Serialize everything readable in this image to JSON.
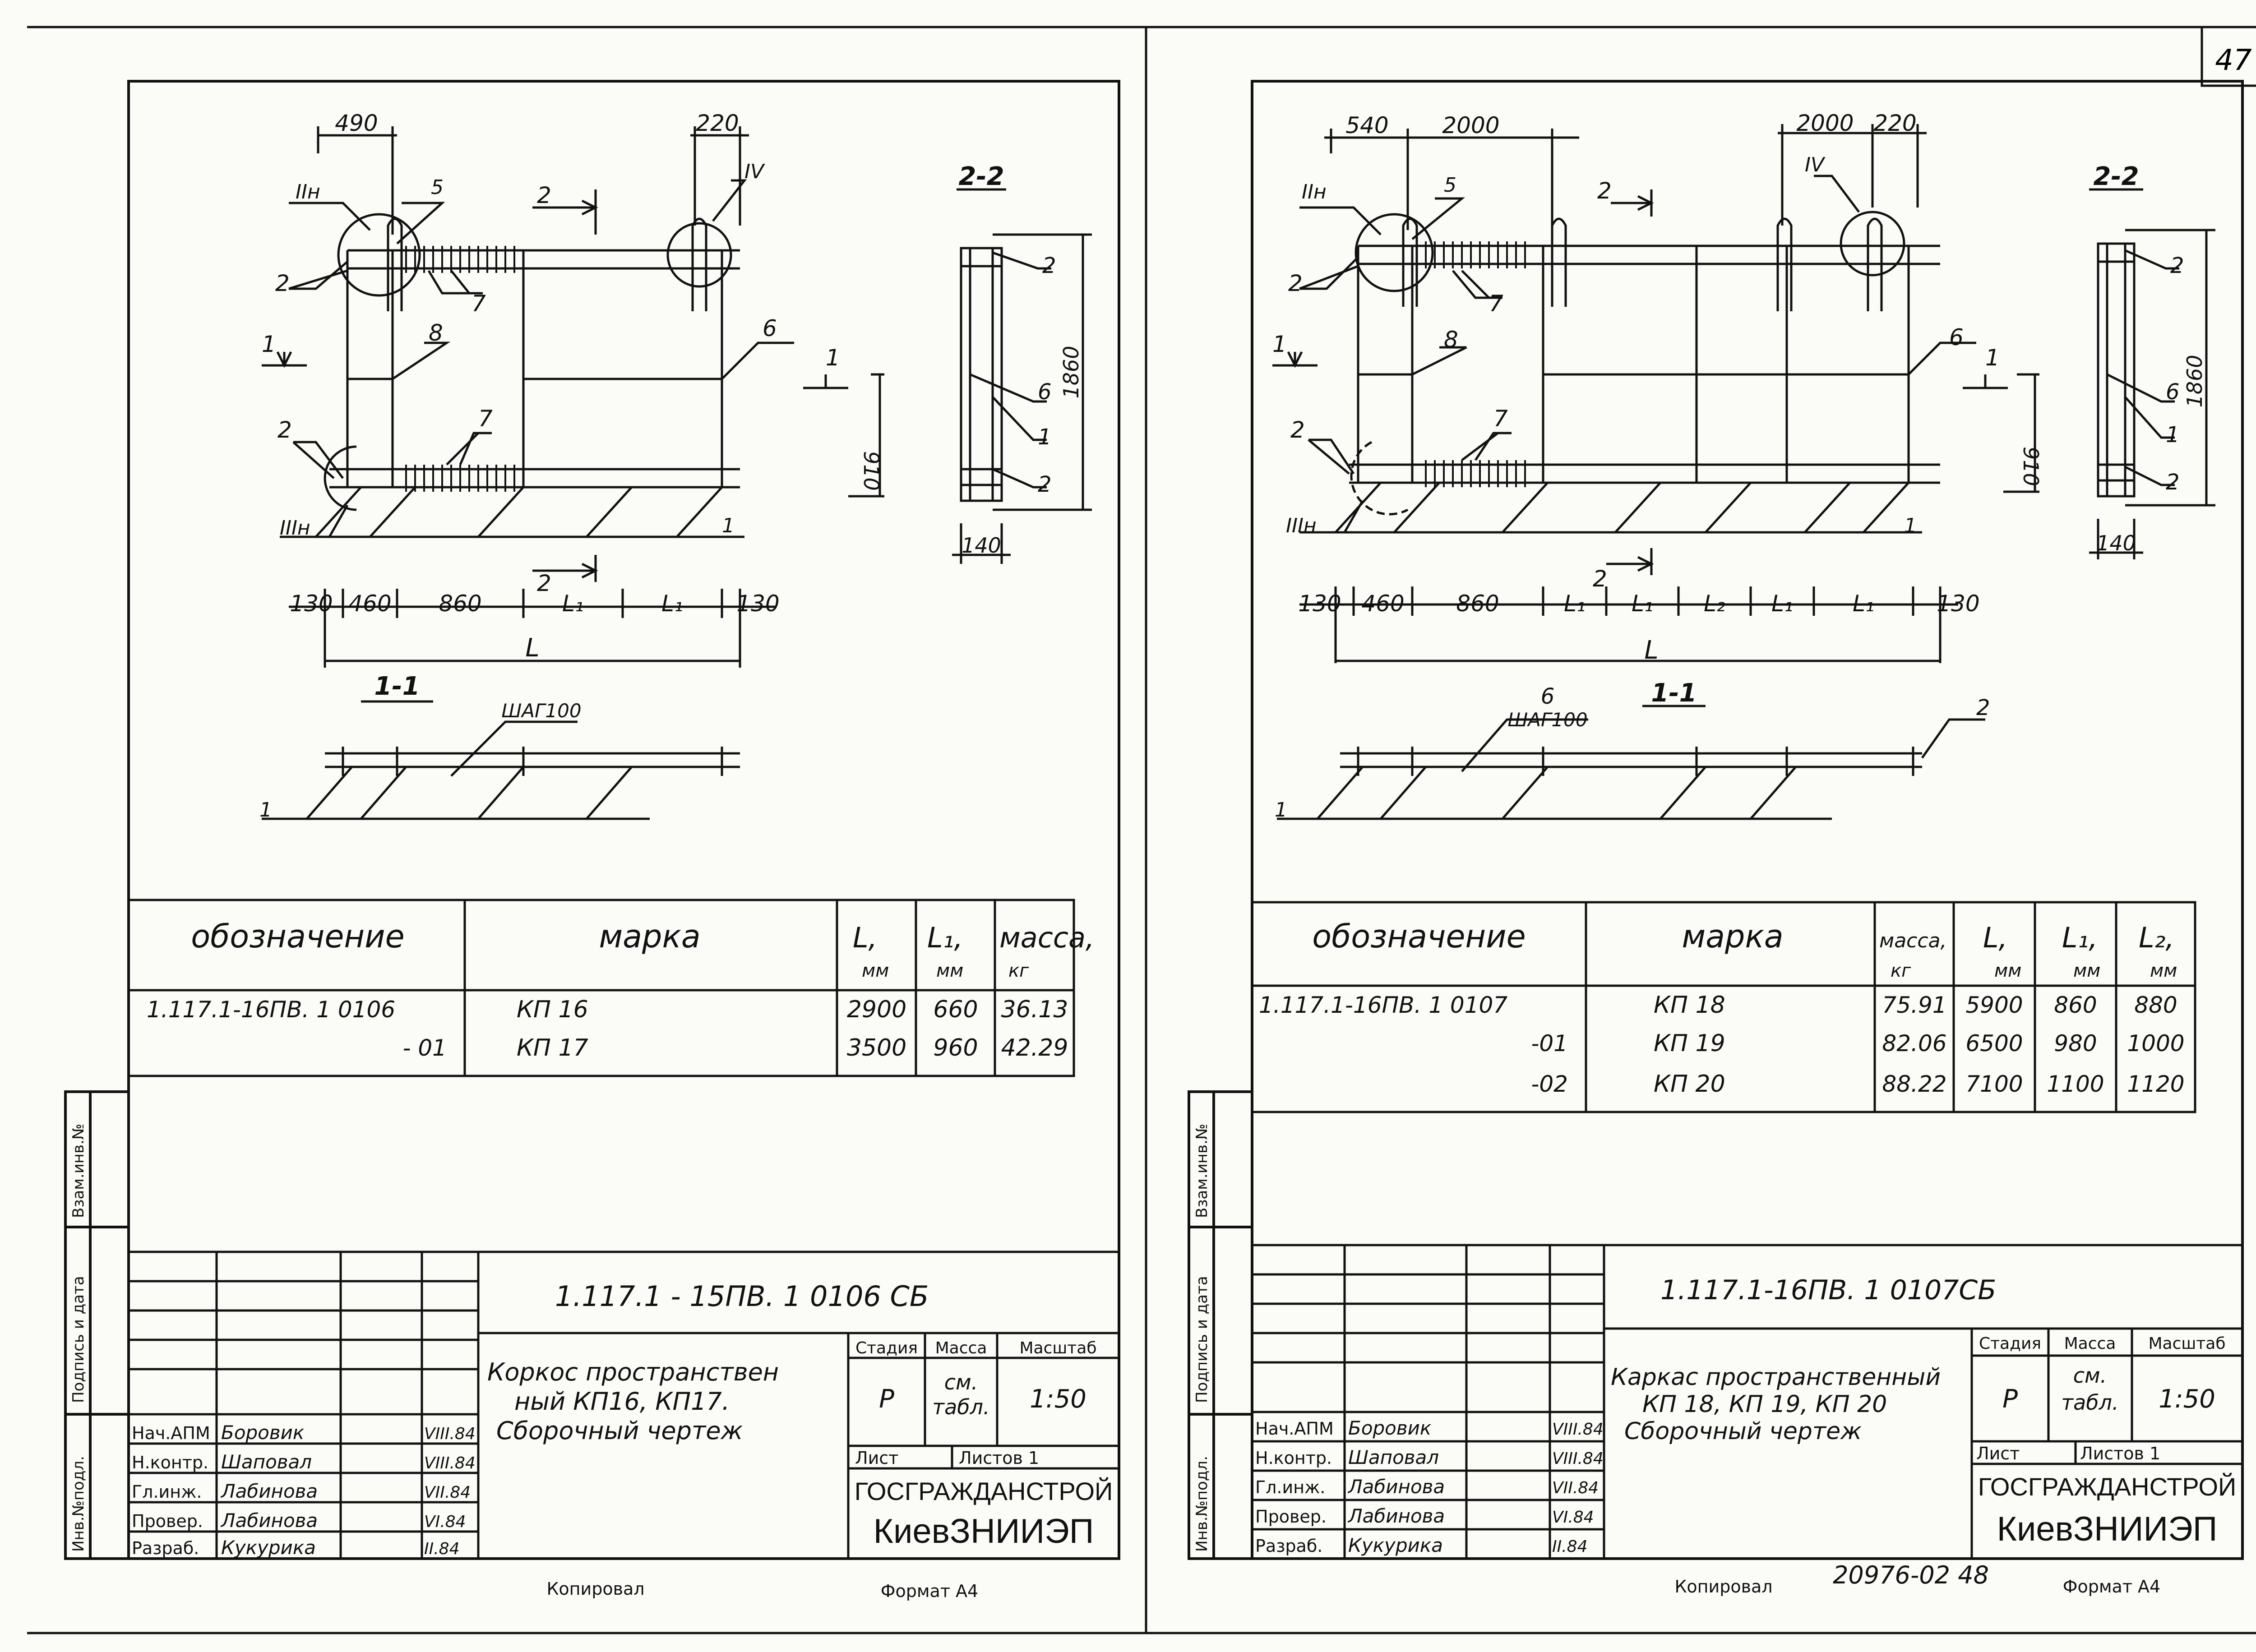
{
  "page_number": "47",
  "bottom_number": "20976-02 48",
  "copied_label": "Копировал",
  "format_label": "Формат А4",
  "side_stamp": {
    "swap": "Взам.инв.№",
    "signature": "Подпись и дата",
    "inventory": "Инв.№подл."
  },
  "sheets": [
    {
      "top_dims": [
        "490",
        "220"
      ],
      "callouts": {
        "node_upper": "IIн",
        "node_lower": "IIIн",
        "node_right": "IV",
        "p5": "5",
        "p2a": "2",
        "p2b": "2",
        "p7a": "7",
        "p7b": "7",
        "p8": "8",
        "p6": "6",
        "p1": "1",
        "cut2": "2",
        "cut2b": "2",
        "cut1a": "1",
        "cut1b": "1"
      },
      "section22": {
        "title": "2-2",
        "p2a": "2",
        "p6": "6",
        "p1": "1",
        "p2b": "2",
        "height": "1860",
        "width": "140"
      },
      "dim910": "910",
      "bottom_dims": [
        "130",
        "460",
        "860",
        "L₁",
        "L₁",
        "130"
      ],
      "total": "L",
      "section11": {
        "title": "1-1",
        "step": "ШАГ100",
        "p1": "1",
        "p6": "",
        "p2": ""
      },
      "table": {
        "headers": [
          "обозначение",
          "марка",
          "L,",
          "L₁,",
          "масса,"
        ],
        "units": [
          "",
          "",
          "мм",
          "мм",
          "кг"
        ],
        "rows": [
          [
            "1.117.1-16ПВ. 1 0106",
            "КП 16",
            "2900",
            "660",
            "36.13"
          ],
          [
            "- 01",
            "КП 17",
            "3500",
            "960",
            "42.29"
          ]
        ]
      },
      "title_block": {
        "code": "1.117.1 - 15ПВ. 1 0106 СБ",
        "title_lines": [
          "Коркос пространствен",
          "ный КП16, КП17.",
          "Сборочный чертеж"
        ],
        "stage_label": "Стадия",
        "mass_label": "Масса",
        "scale_label": "Масштаб",
        "stage": "Р",
        "mass_lines": [
          "см.",
          "табл."
        ],
        "scale": "1:50",
        "sheet_label": "Лист",
        "sheets_label": "Листов 1",
        "org1": "ГОСГРАЖДАНСТРОЙ",
        "org2": "КиевЗНИИЭП",
        "people": [
          {
            "role": "Нач.АПМ",
            "name": "Боровик",
            "date": "VIII.84"
          },
          {
            "role": "Н.контр.",
            "name": "Шаповал",
            "date": "VIII.84"
          },
          {
            "role": "Гл.инж.",
            "name": "Лабинова",
            "date": "VII.84"
          },
          {
            "role": "Провер.",
            "name": "Лабинова",
            "date": "VI.84"
          },
          {
            "role": "Разраб.",
            "name": "Кукурика",
            "date": "II.84"
          }
        ]
      }
    },
    {
      "top_dims": [
        "540",
        "2000",
        "2000",
        "220"
      ],
      "callouts": {
        "node_upper": "IIн",
        "node_lower": "IIIн",
        "node_right": "IV",
        "p5": "5",
        "p2a": "2",
        "p2b": "2",
        "p7a": "7",
        "p7b": "7",
        "p8": "8",
        "p6": "6",
        "p1": "1",
        "cut2": "2",
        "cut2b": "2",
        "cut1a": "1",
        "cut1b": "1"
      },
      "section22": {
        "title": "2-2",
        "p2a": "2",
        "p6": "6",
        "p1": "1",
        "p2b": "2",
        "height": "1860",
        "width": "140"
      },
      "dim910": "910",
      "bottom_dims": [
        "130",
        "460",
        "860",
        "L₁",
        "L₁",
        "L₂",
        "L₁",
        "L₁",
        "130"
      ],
      "total": "L",
      "section11": {
        "title": "1-1",
        "step": "ШАГ100",
        "p1": "1",
        "p6": "6",
        "p2": "2"
      },
      "table": {
        "headers": [
          "обозначение",
          "марка",
          "масса,",
          "L,",
          "L₁,",
          "L₂,"
        ],
        "units": [
          "",
          "",
          "кг",
          "мм",
          "мм",
          "мм"
        ],
        "rows": [
          [
            "1.117.1-16ПВ. 1 0107",
            "КП 18",
            "75.91",
            "5900",
            "860",
            "880"
          ],
          [
            "-01",
            "КП 19",
            "82.06",
            "6500",
            "980",
            "1000"
          ],
          [
            "-02",
            "КП 20",
            "88.22",
            "7100",
            "1100",
            "1120"
          ]
        ]
      },
      "title_block": {
        "code": "1.117.1-16ПВ. 1 0107СБ",
        "title_lines": [
          "Каркас пространственный",
          "КП 18, КП 19, КП 20",
          "Сборочный чертеж"
        ],
        "stage_label": "Стадия",
        "mass_label": "Масса",
        "scale_label": "Масштаб",
        "stage": "Р",
        "mass_lines": [
          "см.",
          "табл."
        ],
        "scale": "1:50",
        "sheet_label": "Лист",
        "sheets_label": "Листов 1",
        "org1": "ГОСГРАЖДАНСТРОЙ",
        "org2": "КиевЗНИИЭП",
        "people": [
          {
            "role": "Нач.АПМ",
            "name": "Боровик",
            "date": "VIII.84"
          },
          {
            "role": "Н.контр.",
            "name": "Шаповал",
            "date": "VIII.84"
          },
          {
            "role": "Гл.инж.",
            "name": "Лабинова",
            "date": "VII.84"
          },
          {
            "role": "Провер.",
            "name": "Лабинова",
            "date": "VI.84"
          },
          {
            "role": "Разраб.",
            "name": "Кукурика",
            "date": "II.84"
          }
        ]
      }
    }
  ]
}
